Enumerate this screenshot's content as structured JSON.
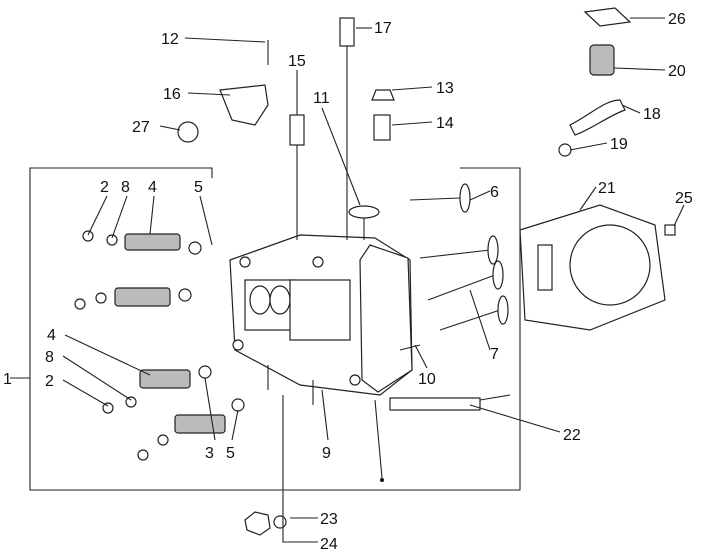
{
  "diagram": {
    "type": "exploded parts diagram",
    "callouts": [
      "1",
      "2",
      "8",
      "4",
      "5",
      "4",
      "8",
      "2",
      "3",
      "5",
      "9",
      "10",
      "7",
      "6",
      "22",
      "23",
      "24",
      "11",
      "12",
      "13",
      "14",
      "15",
      "16",
      "17",
      "18",
      "19",
      "20",
      "21",
      "25",
      "26",
      "27"
    ]
  }
}
